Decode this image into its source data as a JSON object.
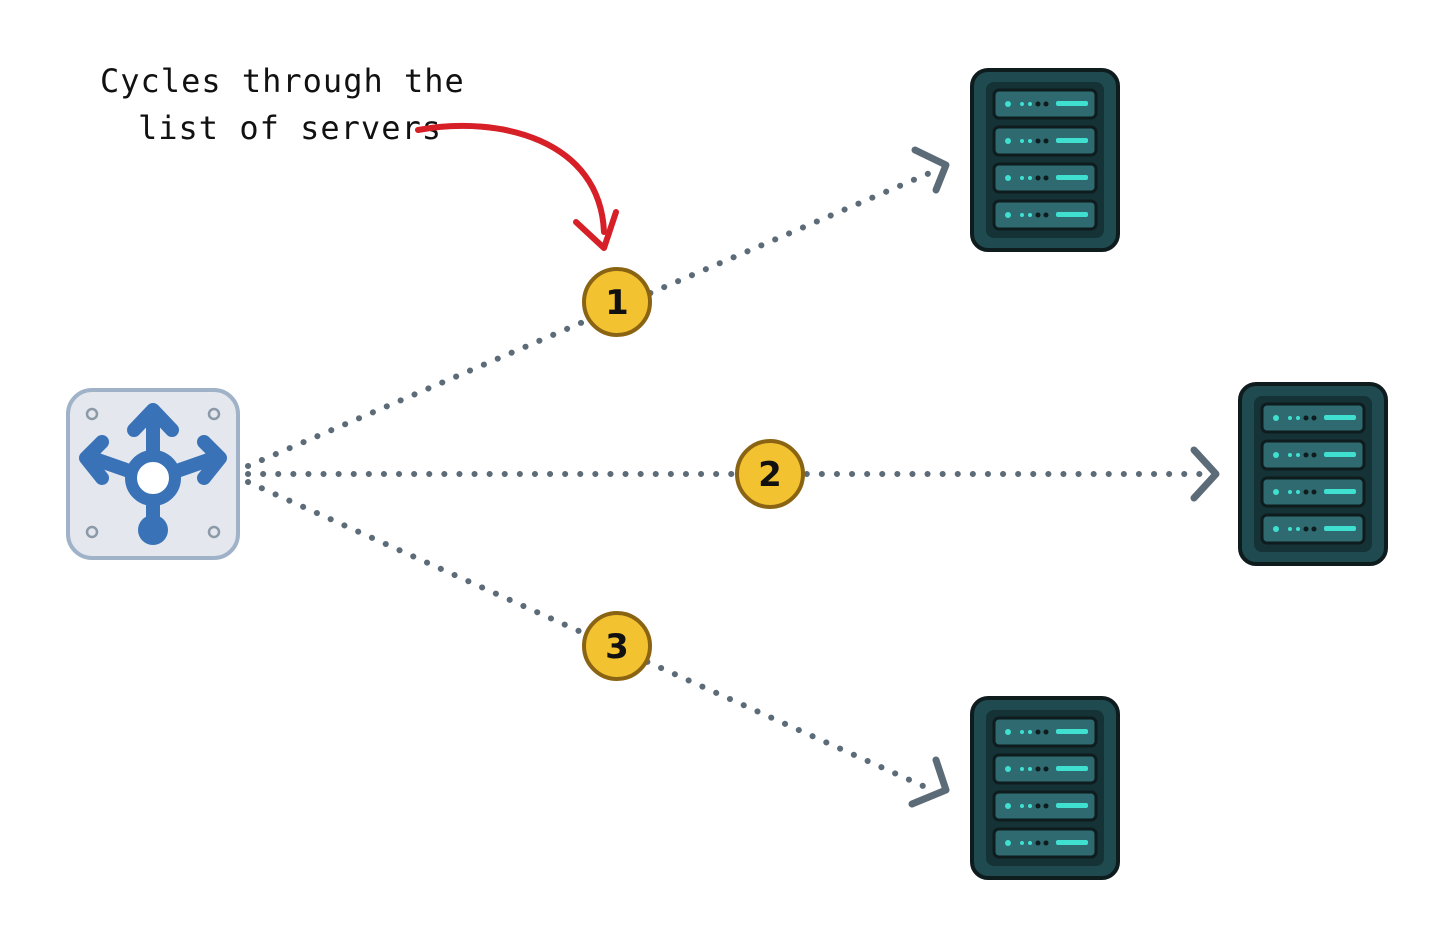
{
  "annotation": {
    "line1": "Cycles through the",
    "line2": "list of servers",
    "arrow_color": "#d61f26"
  },
  "load_balancer": {
    "icon": "load-balancer-icon"
  },
  "servers": [
    {
      "icon": "server-rack-icon"
    },
    {
      "icon": "server-rack-icon"
    },
    {
      "icon": "server-rack-icon"
    }
  ],
  "routes": [
    {
      "order": "1"
    },
    {
      "order": "2"
    },
    {
      "order": "3"
    }
  ],
  "colors": {
    "connector": "#5c6b78",
    "badge_fill": "#f2c230",
    "badge_stroke": "#8a6412",
    "server_body": "#1f4a50",
    "server_slot": "#2e6a70",
    "server_led": "#3fe0d0",
    "lb_tile": "#e4e8ee",
    "lb_border": "#9fb2c8",
    "lb_arrow": "#3a72b8"
  }
}
